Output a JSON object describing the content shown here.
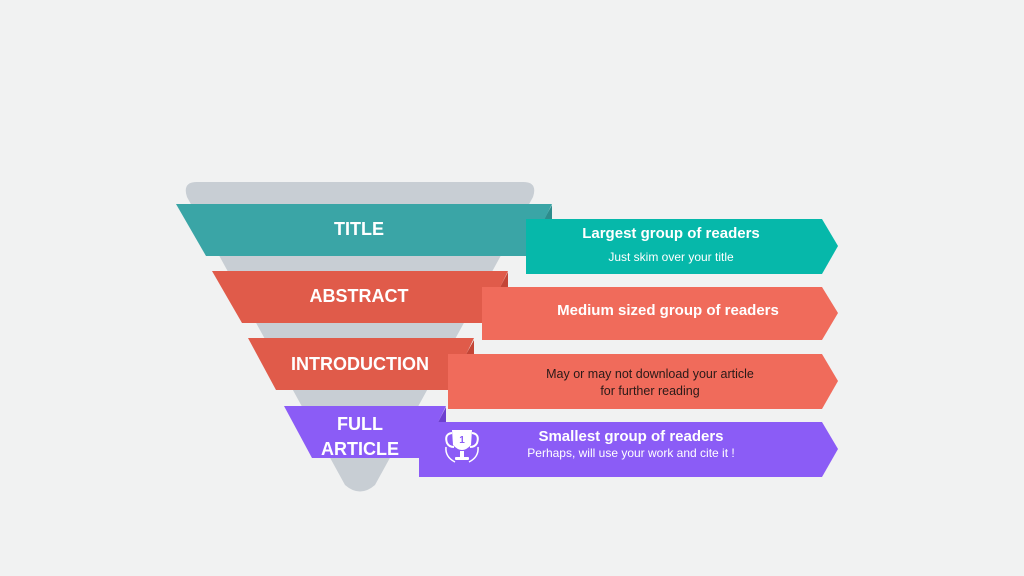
{
  "colors": {
    "background": "#f1f2f2",
    "funnel": "#c8ced4",
    "title_band": "#3aa5a6",
    "title_arrow": "#06b8aa",
    "abstract_band": "#e05b4a",
    "abstract_arrow": "#f06b5b",
    "intro_band": "#e05b4a",
    "intro_arrow": "#f06b5b",
    "full_band": "#8b5cf6",
    "full_arrow": "#8b5cf6"
  },
  "levels": {
    "title": {
      "label": "TITLE",
      "heading": "Largest group of readers",
      "note": "Just skim over your title"
    },
    "abstract": {
      "label": "ABSTRACT",
      "heading": "Medium sized  group of readers"
    },
    "introduction": {
      "label": "INTRODUCTION",
      "note_line1": "May or may not download your article",
      "note_line2": "for further reading"
    },
    "full_article": {
      "label_line1": "FULL",
      "label_line2": "ARTICLE",
      "heading": "Smallest  group of readers",
      "note": "Perhaps, will use your work and cite it !",
      "icon": "trophy-icon",
      "icon_text": "1"
    }
  }
}
